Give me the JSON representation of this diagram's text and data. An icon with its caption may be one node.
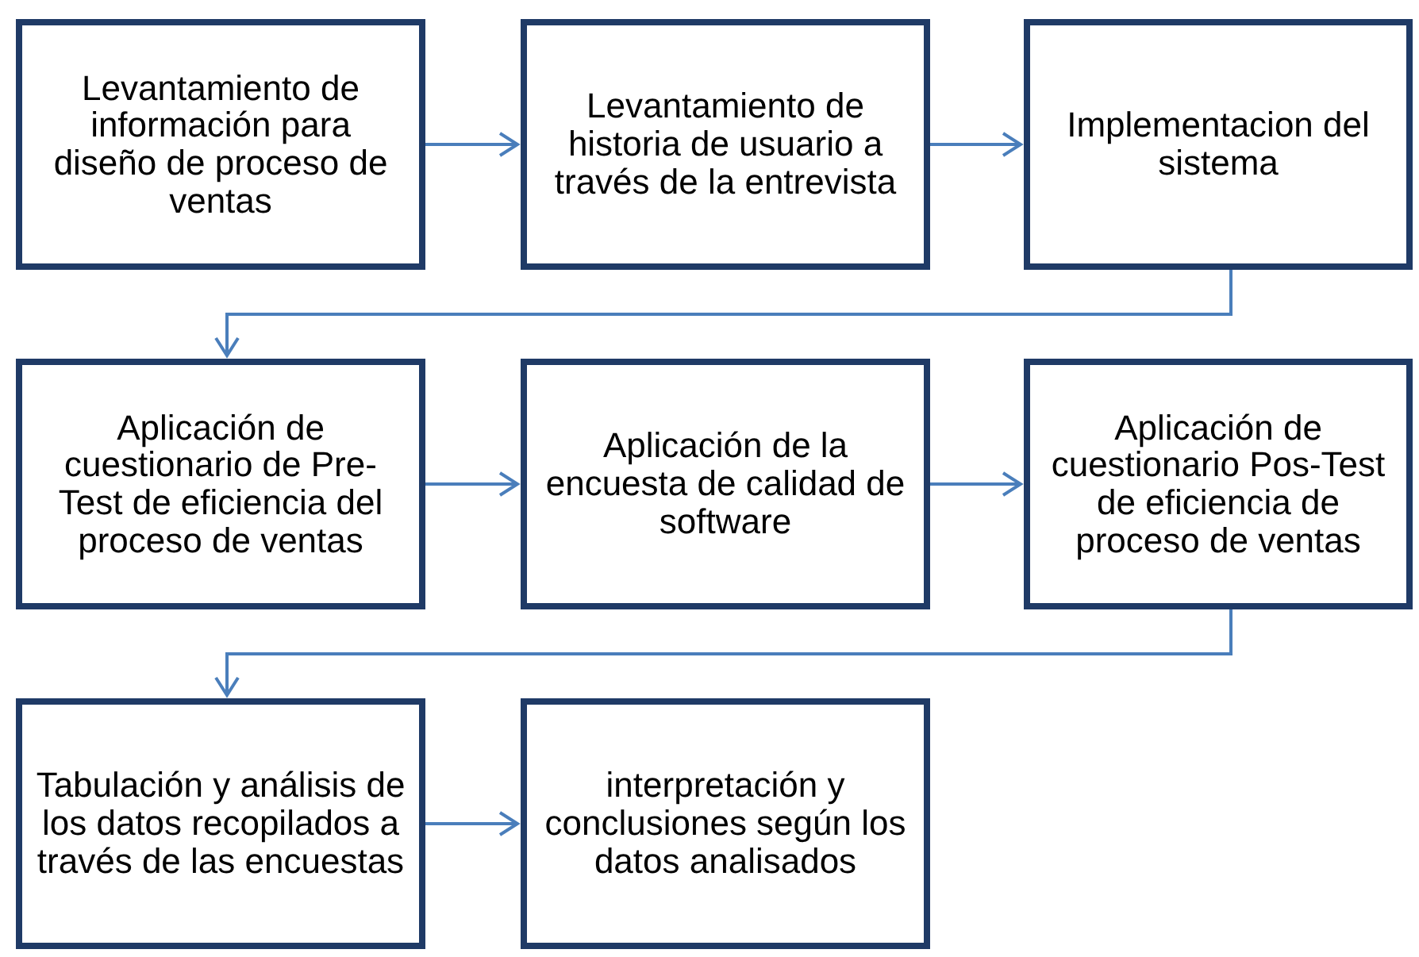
{
  "diagram": {
    "nodes": [
      {
        "text": [
          "Levantamiento de información para diseño de proceso de ventas"
        ]
      },
      {
        "text": [
          "Levantamiento de historia de usuario a través de la entrevista"
        ]
      },
      {
        "text": [
          "Implementacion del sistema"
        ]
      },
      {
        "text": [
          "Aplicación de cuestionario de Pre-Test de eficiencia del proceso de ventas"
        ]
      },
      {
        "text": [
          "Aplicación de la encuesta de calidad de software"
        ]
      },
      {
        "text": [
          "Aplicación de cuestionario Pos-Test de eficiencia de proceso de ventas"
        ]
      },
      {
        "text": [
          "Tabulación y análisis de los datos recopilados a través de las encuestas"
        ]
      },
      {
        "text": [
          "interpretación y conclusiones según los datos analisados"
        ]
      }
    ],
    "edges": [
      {
        "from": 0,
        "to": 1,
        "arrow": "to"
      },
      {
        "from": 1,
        "to": 2,
        "arrow": "to"
      },
      {
        "from": 2,
        "to": 3,
        "arrow": "to"
      },
      {
        "from": 3,
        "to": 4,
        "arrow": "to"
      },
      {
        "from": 4,
        "to": 5,
        "arrow": "to"
      },
      {
        "from": 5,
        "to": 6,
        "arrow": "to"
      },
      {
        "from": 6,
        "to": 7,
        "arrow": "to"
      }
    ]
  }
}
